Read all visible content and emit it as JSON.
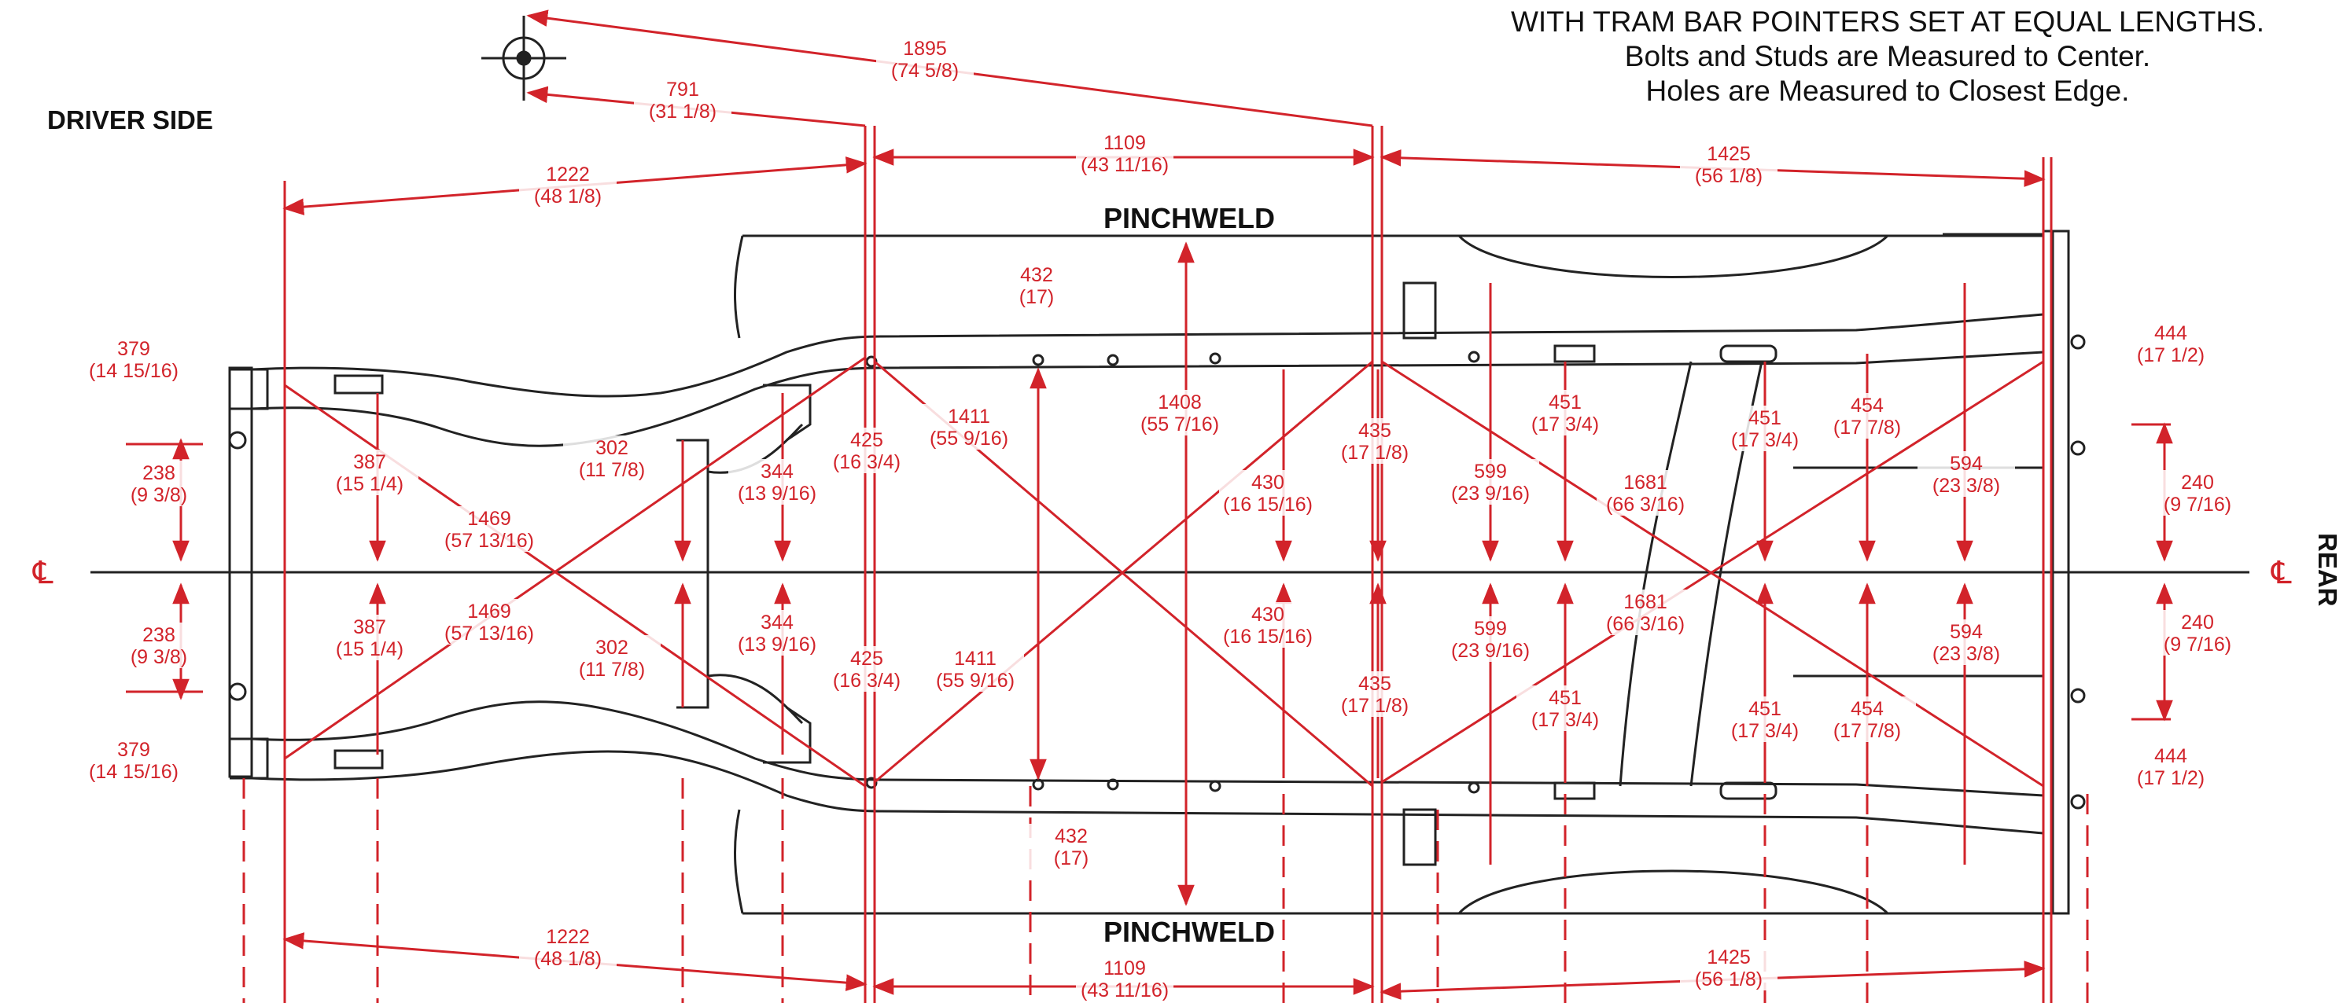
{
  "header": {
    "line1": "WITH TRAM BAR POINTERS SET AT EQUAL LENGTHS.",
    "line2": "Bolts and Studs are Measured to Center.",
    "line3": "Holes are Measured to Closest Edge."
  },
  "labels": {
    "driver_side": "DRIVER SIDE",
    "rear": "REAR",
    "pinchweld_top": "PINCHWELD",
    "pinchweld_bottom": "PINCHWELD",
    "centerline_left": "℄",
    "centerline_right": "℄"
  },
  "colors": {
    "dimension": "#d2232a",
    "frame": "#222222",
    "background": "#ffffff"
  },
  "icons": {
    "datum": "crosshair-datum-icon"
  },
  "dims": {
    "d1895": {
      "mm": "1895",
      "in": "(74 5/8)"
    },
    "d791": {
      "mm": "791",
      "in": "(31 1/8)"
    },
    "d1222_top": {
      "mm": "1222",
      "in": "(48 1/8)"
    },
    "d1109_top": {
      "mm": "1109",
      "in": "(43 11/16)"
    },
    "d1425_top": {
      "mm": "1425",
      "in": "(56 1/8)"
    },
    "d432_top": {
      "mm": "432",
      "in": "(17)"
    },
    "d379_top": {
      "mm": "379",
      "in": "(14 15/16)"
    },
    "d238_top": {
      "mm": "238",
      "in": "(9 3/8)"
    },
    "d387_top": {
      "mm": "387",
      "in": "(15 1/4)"
    },
    "d1469_top": {
      "mm": "1469",
      "in": "(57 13/16)"
    },
    "d302_top": {
      "mm": "302",
      "in": "(11 7/8)"
    },
    "d344_top": {
      "mm": "344",
      "in": "(13 9/16)"
    },
    "d425_top": {
      "mm": "425",
      "in": "(16 3/4)"
    },
    "d1411_top": {
      "mm": "1411",
      "in": "(55 9/16)"
    },
    "d1408": {
      "mm": "1408",
      "in": "(55 7/16)"
    },
    "d430_top": {
      "mm": "430",
      "in": "(16 15/16)"
    },
    "d435_top": {
      "mm": "435",
      "in": "(17 1/8)"
    },
    "d451a_top": {
      "mm": "451",
      "in": "(17 3/4)"
    },
    "d599_top": {
      "mm": "599",
      "in": "(23 9/16)"
    },
    "d1681_top": {
      "mm": "1681",
      "in": "(66 3/16)"
    },
    "d451b_top": {
      "mm": "451",
      "in": "(17 3/4)"
    },
    "d454_top": {
      "mm": "454",
      "in": "(17 7/8)"
    },
    "d594_top": {
      "mm": "594",
      "in": "(23 3/8)"
    },
    "d444_top": {
      "mm": "444",
      "in": "(17 1/2)"
    },
    "d240_top": {
      "mm": "240",
      "in": "(9 7/16)"
    },
    "d238_bot": {
      "mm": "238",
      "in": "(9 3/8)"
    },
    "d387_bot": {
      "mm": "387",
      "in": "(15 1/4)"
    },
    "d1469_bot": {
      "mm": "1469",
      "in": "(57 13/16)"
    },
    "d302_bot": {
      "mm": "302",
      "in": "(11 7/8)"
    },
    "d344_bot": {
      "mm": "344",
      "in": "(13 9/16)"
    },
    "d425_bot": {
      "mm": "425",
      "in": "(16 3/4)"
    },
    "d1411_bot": {
      "mm": "1411",
      "in": "(55 9/16)"
    },
    "d430_bot": {
      "mm": "430",
      "in": "(16 15/16)"
    },
    "d599_bot": {
      "mm": "599",
      "in": "(23 9/16)"
    },
    "d1681_bot": {
      "mm": "1681",
      "in": "(66 3/16)"
    },
    "d594_bot": {
      "mm": "594",
      "in": "(23 3/8)"
    },
    "d240_bot": {
      "mm": "240",
      "in": "(9 7/16)"
    },
    "d435_bot": {
      "mm": "435",
      "in": "(17 1/8)"
    },
    "d451a_bot": {
      "mm": "451",
      "in": "(17 3/4)"
    },
    "d451b_bot": {
      "mm": "451",
      "in": "(17 3/4)"
    },
    "d454_bot": {
      "mm": "454",
      "in": "(17 7/8)"
    },
    "d379_bot": {
      "mm": "379",
      "in": "(14 15/16)"
    },
    "d444_bot": {
      "mm": "444",
      "in": "(17 1/2)"
    },
    "d432_bot": {
      "mm": "432",
      "in": "(17)"
    },
    "d1222_bot": {
      "mm": "1222",
      "in": "(48 1/8)"
    },
    "d1109_bot": {
      "mm": "1109",
      "in": "(43 11/16)"
    },
    "d1425_bot": {
      "mm": "1425",
      "in": "(56 1/8)"
    }
  }
}
